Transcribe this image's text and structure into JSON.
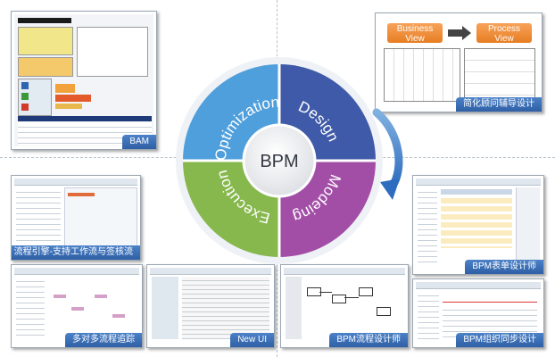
{
  "wheel": {
    "center_label": "BPM",
    "segments": [
      {
        "label": "Optimization",
        "color": "#4f9fdc"
      },
      {
        "label": "Design",
        "color": "#3f5aa8"
      },
      {
        "label": "Modeing",
        "color": "#a24ea7"
      },
      {
        "label": "Execution",
        "color": "#87b84d"
      }
    ]
  },
  "panels": {
    "bam": {
      "caption": "BAM"
    },
    "simplified_design": {
      "caption": "简化顾问辅导设计",
      "left_tab": "Business\nView",
      "right_tab": "Process\nView"
    },
    "process_engine": {
      "caption": "流程引擎-支持工作流与签核流"
    },
    "form_designer": {
      "caption": "BPM表单设计师"
    },
    "multi_tracking": {
      "caption": "多对多流程追踪"
    },
    "new_ui": {
      "caption": "New UI"
    },
    "flow_designer": {
      "caption": "BPM流程设计师"
    },
    "org_sync": {
      "caption": "BPM组织同步设计"
    }
  },
  "colors": {
    "caption_bg": "#3a6db5",
    "tab_orange": "#ee8a2e",
    "arrow_blue": "#3a78c2"
  }
}
